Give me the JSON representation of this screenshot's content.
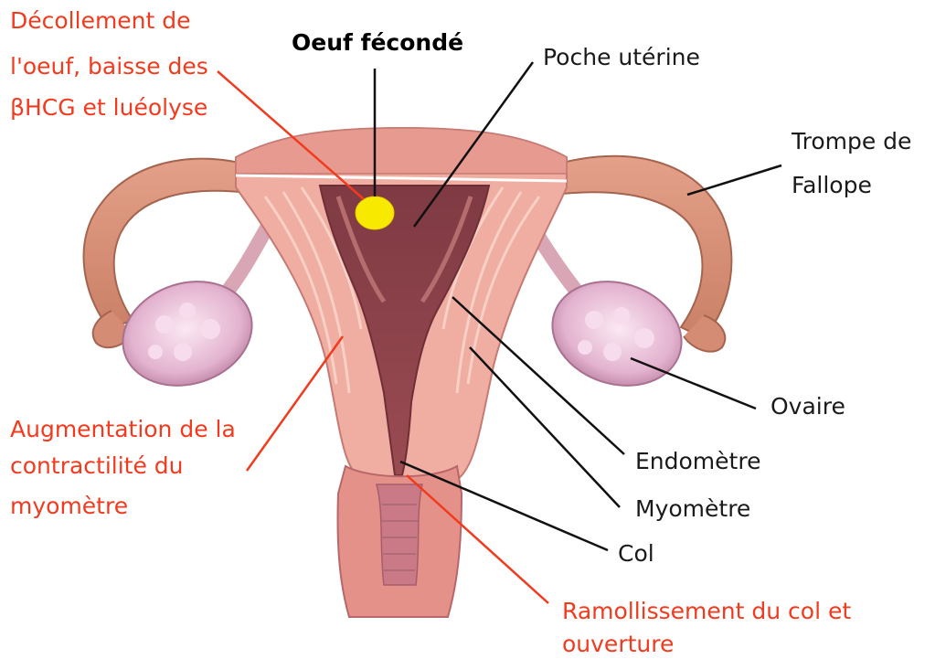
{
  "labels": {
    "oeuf": "Oeuf fécondé",
    "poche": "Poche utérine",
    "trompe_1": "Trompe de",
    "trompe_2": "Fallope",
    "ovaire": "Ovaire",
    "endometre": "Endomètre",
    "myometre": "Myomètre",
    "col": "Col",
    "decollement_1": "Décollement de",
    "decollement_2": "l'oeuf, baisse des",
    "decollement_3": "βHCG et luéolyse",
    "augmentation_1": "Augmentation de la",
    "augmentation_2": "contractilité du",
    "augmentation_3": "myomètre",
    "ramollissement_1": "Ramollissement du col et",
    "ramollissement_2": "ouverture"
  },
  "colors": {
    "annotation_red": "#f23a1e",
    "annotation_black": "#111111",
    "egg_yellow": "#f7ea00",
    "tissue_pink": "#eea79c",
    "cavity": "#8a3f46",
    "ovary": "#d9a6c8"
  }
}
